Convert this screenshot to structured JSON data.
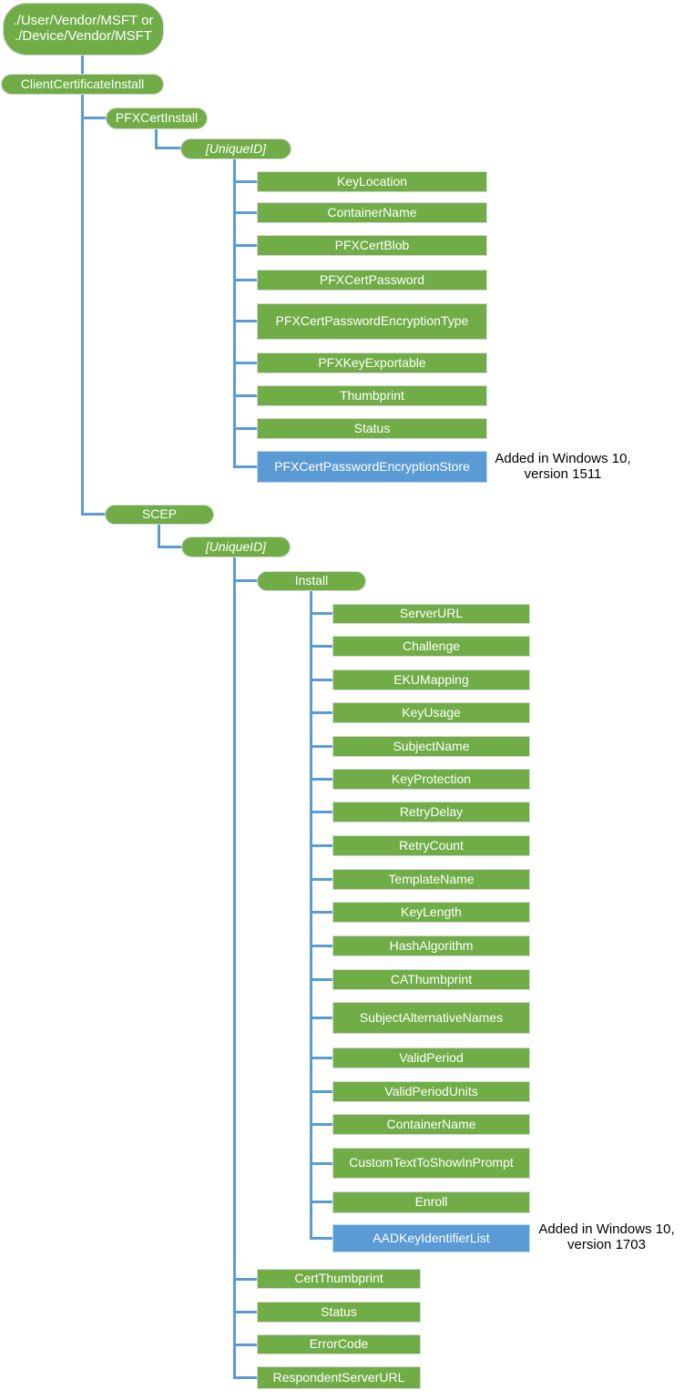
{
  "colors": {
    "node_green": "#70AD47",
    "node_blue": "#5B9BD5",
    "connector": "#5B9BD5",
    "note_text": "#000000"
  },
  "root": {
    "line1": "./User/Vendor/MSFT or",
    "line2": "./Device/Vendor/MSFT"
  },
  "client_certificate_install": {
    "label": "ClientCertificateInstall"
  },
  "pfx": {
    "label": "PFXCertInstall",
    "unique_id": "[UniqueID]",
    "children": [
      "KeyLocation",
      "ContainerName",
      "PFXCertBlob",
      "PFXCertPassword",
      "PFXCertPasswordEncryptionType",
      "PFXKeyExportable",
      "Thumbprint",
      "Status"
    ],
    "added_node": "PFXCertPasswordEncryptionStore",
    "note": {
      "line1": "Added in Windows 10,",
      "line2": "version 1511"
    }
  },
  "scep": {
    "label": "SCEP",
    "unique_id": "[UniqueID]",
    "install": {
      "label": "Install",
      "children": [
        "ServerURL",
        "Challenge",
        "EKUMapping",
        "KeyUsage",
        "SubjectName",
        "KeyProtection",
        "RetryDelay",
        "RetryCount",
        "TemplateName",
        "KeyLength",
        "HashAlgorithm",
        "CAThumbprint",
        "SubjectAlternativeNames",
        "ValidPeriod",
        "ValidPeriodUnits",
        "ContainerName",
        "CustomTextToShowInPrompt",
        "Enroll"
      ],
      "added_node": "AADKeyIdentifierList",
      "note": {
        "line1": "Added in Windows 10,",
        "line2": "version 1703"
      }
    },
    "children": [
      "CertThumbprint",
      "Status",
      "ErrorCode",
      "RespondentServerURL"
    ]
  }
}
